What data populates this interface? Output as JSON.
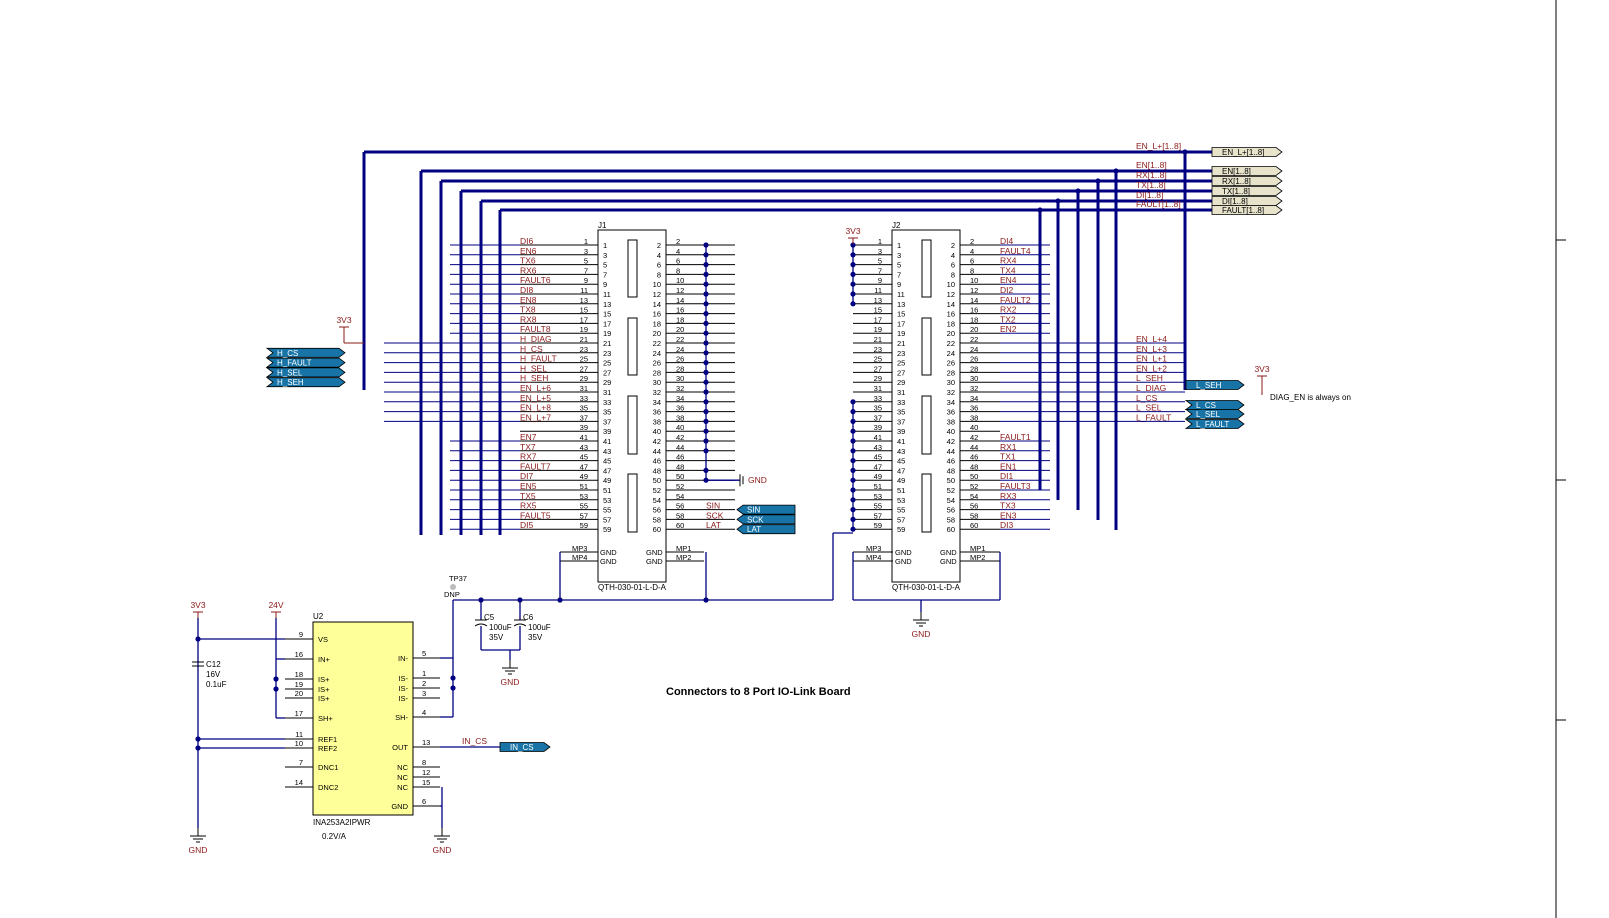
{
  "title": "Connectors to 8 Port IO-Link Board",
  "note": "DIAG_EN is always on",
  "power": {
    "v3v3": "3V3",
    "v24": "24V",
    "gnd": "GND"
  },
  "buses": [
    {
      "label": "EN_L+[1..8]",
      "port": "EN_L+[1..8]"
    },
    {
      "label": "EN[1..8]",
      "port": "EN[1..8]"
    },
    {
      "label": "RX[1..8]",
      "port": "RX[1..8]"
    },
    {
      "label": "TX[1..8]",
      "port": "TX[1..8]"
    },
    {
      "label": "DI[1..8]",
      "port": "DI[1..8]"
    },
    {
      "label": "FAULT[1..8]",
      "port": "FAULT[1..8]"
    }
  ],
  "j1": {
    "ref": "J1",
    "part": "QTH-030-01-L-D-A",
    "left_nets": [
      "DI6",
      "EN6",
      "TX6",
      "RX6",
      "FAULT6",
      "DI8",
      "EN8",
      "TX8",
      "RX8",
      "FAULT8",
      "H_DIAG",
      "H_CS",
      "H_FAULT",
      "H_SEL",
      "H_SEH",
      "EN_L+6",
      "EN_L+5",
      "EN_L+8",
      "EN_L+7",
      "",
      "EN7",
      "TX7",
      "RX7",
      "FAULT7",
      "DI7",
      "EN5",
      "TX5",
      "RX5",
      "FAULT5",
      "DI5"
    ],
    "right_nets": [
      "",
      "",
      "",
      "",
      "",
      "",
      "",
      "",
      "",
      "",
      "",
      "",
      "",
      "",
      "",
      "",
      "",
      "",
      "",
      "",
      "",
      "",
      "",
      "",
      "",
      "",
      "",
      "SIN",
      "SCK",
      "LAT"
    ],
    "mp_left": [
      "MP3",
      "MP4"
    ],
    "mp_right": [
      "MP1",
      "MP2"
    ],
    "gnd": "GND"
  },
  "j2": {
    "ref": "J2",
    "part": "QTH-030-01-L-D-A",
    "right_nets": [
      "DI4",
      "FAULT4",
      "RX4",
      "TX4",
      "EN4",
      "DI2",
      "FAULT2",
      "RX2",
      "TX2",
      "EN2",
      "EN_L+4",
      "EN_L+3",
      "EN_L+1",
      "EN_L+2",
      "L_SEH",
      "L_DIAG",
      "L_CS",
      "L_SEL",
      "L_FAULT",
      "",
      "FAULT1",
      "RX1",
      "TX1",
      "EN1",
      "DI1",
      "FAULT3",
      "RX3",
      "TX3",
      "EN3",
      "DI3"
    ],
    "mp_left": [
      "MP3",
      "MP4"
    ],
    "mp_right": [
      "MP1",
      "MP2"
    ],
    "gnd": "GND"
  },
  "h_ports": [
    "H_CS",
    "H_FAULT",
    "H_SEL",
    "H_SEH"
  ],
  "l_ports": [
    "L_SEH",
    "L_CS",
    "L_SEL",
    "L_FAULT"
  ],
  "spi_ports": [
    "SIN",
    "SCK",
    "LAT"
  ],
  "u2": {
    "ref": "U2",
    "part": "INA253A2IPWR",
    "gain": "0.2V/A",
    "left_pins": [
      {
        "num": "9",
        "name": "VS"
      },
      {
        "num": "16",
        "name": "IN+"
      },
      {
        "num": "18",
        "name": "IS+"
      },
      {
        "num": "19",
        "name": "IS+"
      },
      {
        "num": "20",
        "name": "IS+"
      },
      {
        "num": "17",
        "name": "SH+"
      },
      {
        "num": "11",
        "name": "REF1"
      },
      {
        "num": "10",
        "name": "REF2"
      },
      {
        "num": "7",
        "name": "DNC1"
      },
      {
        "num": "14",
        "name": "DNC2"
      }
    ],
    "right_pins": [
      {
        "num": "5",
        "name": "IN-"
      },
      {
        "num": "1",
        "name": "IS-"
      },
      {
        "num": "2",
        "name": "IS-"
      },
      {
        "num": "3",
        "name": "IS-"
      },
      {
        "num": "4",
        "name": "SH-"
      },
      {
        "num": "13",
        "name": "OUT"
      },
      {
        "num": "8",
        "name": "NC"
      },
      {
        "num": "12",
        "name": "NC"
      },
      {
        "num": "15",
        "name": "NC"
      },
      {
        "num": "6",
        "name": "GND"
      }
    ],
    "out_net": "IN_CS",
    "out_port": "IN_CS"
  },
  "c12": {
    "ref": "C12",
    "voltage": "16V",
    "value": "0.1uF"
  },
  "c5": {
    "ref": "C5",
    "value": "100uF",
    "voltage": "35V"
  },
  "c6": {
    "ref": "C6",
    "value": "100uF",
    "voltage": "35V"
  },
  "tp37": {
    "ref": "TP37",
    "note": "DNP"
  },
  "colors": {
    "wire": "#000080",
    "net_label": "#8b1a1a",
    "port_fill": "#1874a6",
    "bus_port_fill": "#e8e4cc"
  }
}
